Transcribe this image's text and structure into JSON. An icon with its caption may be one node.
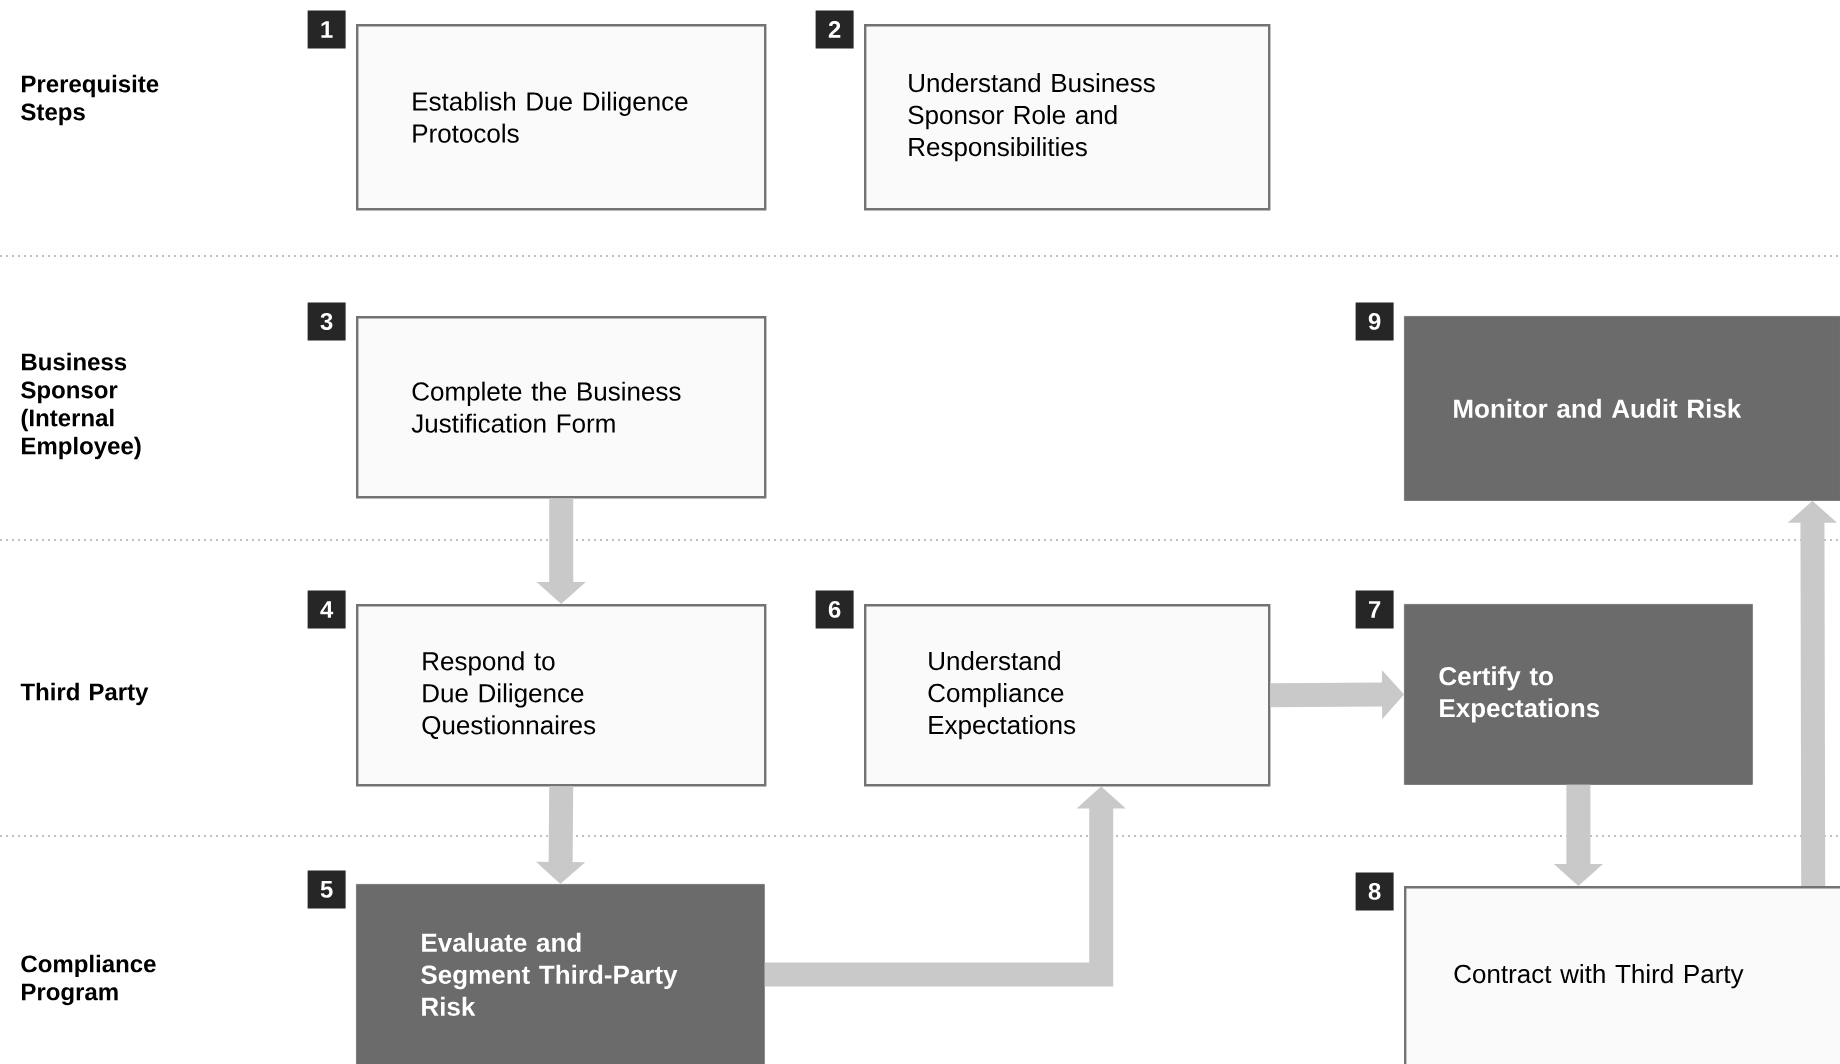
{
  "diagram": {
    "nodes": [
      {
        "text": [
          "1",
          "Establish Due Diligence Protocols"
        ]
      },
      {
        "text": [
          "2",
          "Understand Business Sponsor Role and Responsibilities"
        ]
      },
      {
        "text": [
          "3",
          "Complete the Business Justification Form"
        ]
      },
      {
        "text": [
          "9",
          "Monitor and Audit Risk"
        ]
      },
      {
        "text": [
          "4",
          "Respond to Due Diligence Questionnaires"
        ]
      },
      {
        "text": [
          "6",
          "Understand Compliance Expectations"
        ]
      },
      {
        "text": [
          "7",
          "Certify to Expectations"
        ]
      },
      {
        "text": [
          "5",
          "Evaluate and Segment Third-Party Risk"
        ]
      },
      {
        "text": [
          "8",
          "Contract with Third Party"
        ]
      }
    ],
    "edges": [
      {
        "from": 2,
        "to": 4,
        "arrow": "to"
      },
      {
        "from": 4,
        "to": 7,
        "arrow": "to"
      },
      {
        "from": 7,
        "to": 5,
        "arrow": "to"
      },
      {
        "from": 5,
        "to": 6,
        "arrow": "to"
      },
      {
        "from": 6,
        "to": 8,
        "arrow": "to"
      },
      {
        "from": 8,
        "to": 3,
        "arrow": "to"
      }
    ],
    "labels": [
      "Prerequisite Steps",
      "Business Sponsor (Internal Employee)",
      "Third Party",
      "Compliance Program"
    ]
  }
}
